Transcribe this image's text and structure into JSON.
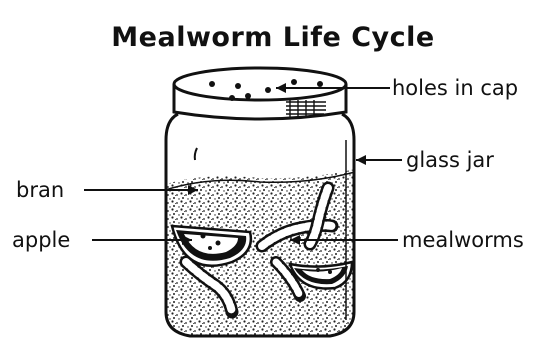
{
  "title": "Mealworm Life Cycle",
  "labels": {
    "holes": "holes in cap",
    "jar": "glass jar",
    "bran": "bran",
    "apple": "apple",
    "mealworms": "mealworms"
  }
}
